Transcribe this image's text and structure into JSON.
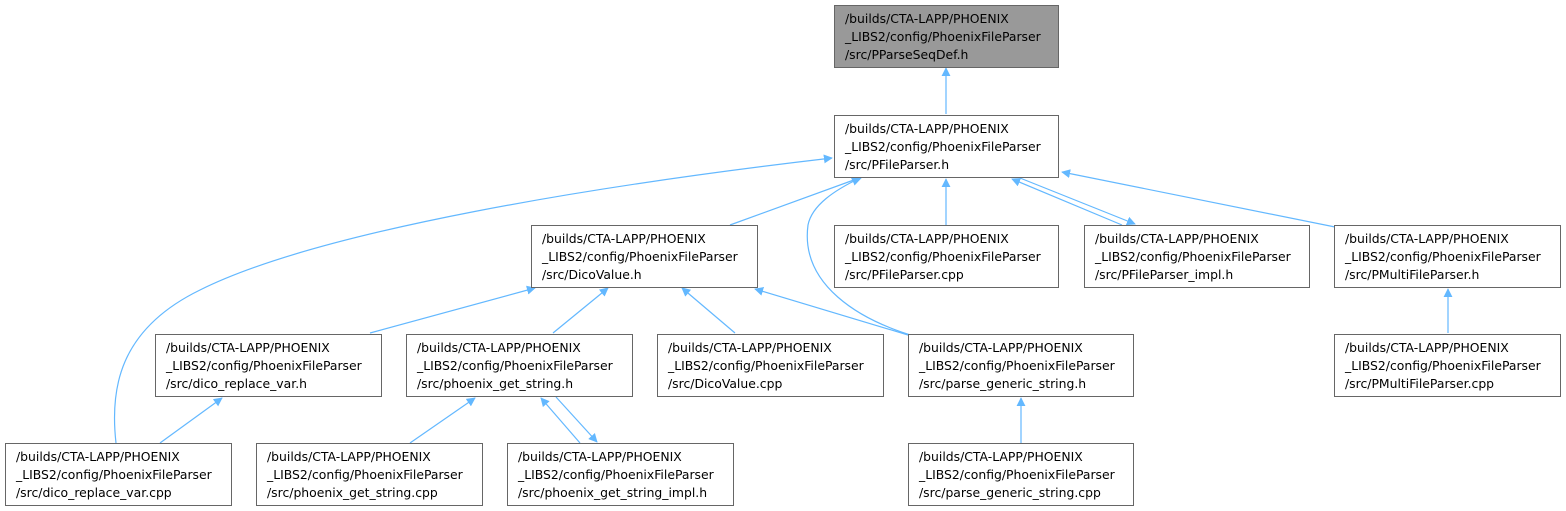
{
  "colors": {
    "edge": "#63b8ff",
    "node_border": "#666666",
    "root_fill": "#999999",
    "node_fill": "#ffffff"
  },
  "nodes": {
    "pparseseqdef_h": {
      "lines": [
        "/builds/CTA-LAPP/PHOENIX",
        "_LIBS2/config/PhoenixFileParser",
        "/src/PParseSeqDef.h"
      ]
    },
    "pfileparser_h": {
      "lines": [
        "/builds/CTA-LAPP/PHOENIX",
        "_LIBS2/config/PhoenixFileParser",
        "/src/PFileParser.h"
      ]
    },
    "dicovalue_h": {
      "lines": [
        "/builds/CTA-LAPP/PHOENIX",
        "_LIBS2/config/PhoenixFileParser",
        "/src/DicoValue.h"
      ]
    },
    "pfileparser_cpp": {
      "lines": [
        "/builds/CTA-LAPP/PHOENIX",
        "_LIBS2/config/PhoenixFileParser",
        "/src/PFileParser.cpp"
      ]
    },
    "pfileparser_impl_h": {
      "lines": [
        "/builds/CTA-LAPP/PHOENIX",
        "_LIBS2/config/PhoenixFileParser",
        "/src/PFileParser_impl.h"
      ]
    },
    "pmultifileparser_h": {
      "lines": [
        "/builds/CTA-LAPP/PHOENIX",
        "_LIBS2/config/PhoenixFileParser",
        "/src/PMultiFileParser.h"
      ]
    },
    "dico_replace_var_h": {
      "lines": [
        "/builds/CTA-LAPP/PHOENIX",
        "_LIBS2/config/PhoenixFileParser",
        "/src/dico_replace_var.h"
      ]
    },
    "phoenix_get_string_h": {
      "lines": [
        "/builds/CTA-LAPP/PHOENIX",
        "_LIBS2/config/PhoenixFileParser",
        "/src/phoenix_get_string.h"
      ]
    },
    "dicovalue_cpp": {
      "lines": [
        "/builds/CTA-LAPP/PHOENIX",
        "_LIBS2/config/PhoenixFileParser",
        "/src/DicoValue.cpp"
      ]
    },
    "parse_generic_string_h": {
      "lines": [
        "/builds/CTA-LAPP/PHOENIX",
        "_LIBS2/config/PhoenixFileParser",
        "/src/parse_generic_string.h"
      ]
    },
    "pmultifileparser_cpp": {
      "lines": [
        "/builds/CTA-LAPP/PHOENIX",
        "_LIBS2/config/PhoenixFileParser",
        "/src/PMultiFileParser.cpp"
      ]
    },
    "dico_replace_var_cpp": {
      "lines": [
        "/builds/CTA-LAPP/PHOENIX",
        "_LIBS2/config/PhoenixFileParser",
        "/src/dico_replace_var.cpp"
      ]
    },
    "phoenix_get_string_cpp": {
      "lines": [
        "/builds/CTA-LAPP/PHOENIX",
        "_LIBS2/config/PhoenixFileParser",
        "/src/phoenix_get_string.cpp"
      ]
    },
    "phoenix_get_string_impl_h": {
      "lines": [
        "/builds/CTA-LAPP/PHOENIX",
        "_LIBS2/config/PhoenixFileParser",
        "/src/phoenix_get_string_impl.h"
      ]
    },
    "parse_generic_string_cpp": {
      "lines": [
        "/builds/CTA-LAPP/PHOENIX",
        "_LIBS2/config/PhoenixFileParser",
        "/src/parse_generic_string.cpp"
      ]
    }
  }
}
